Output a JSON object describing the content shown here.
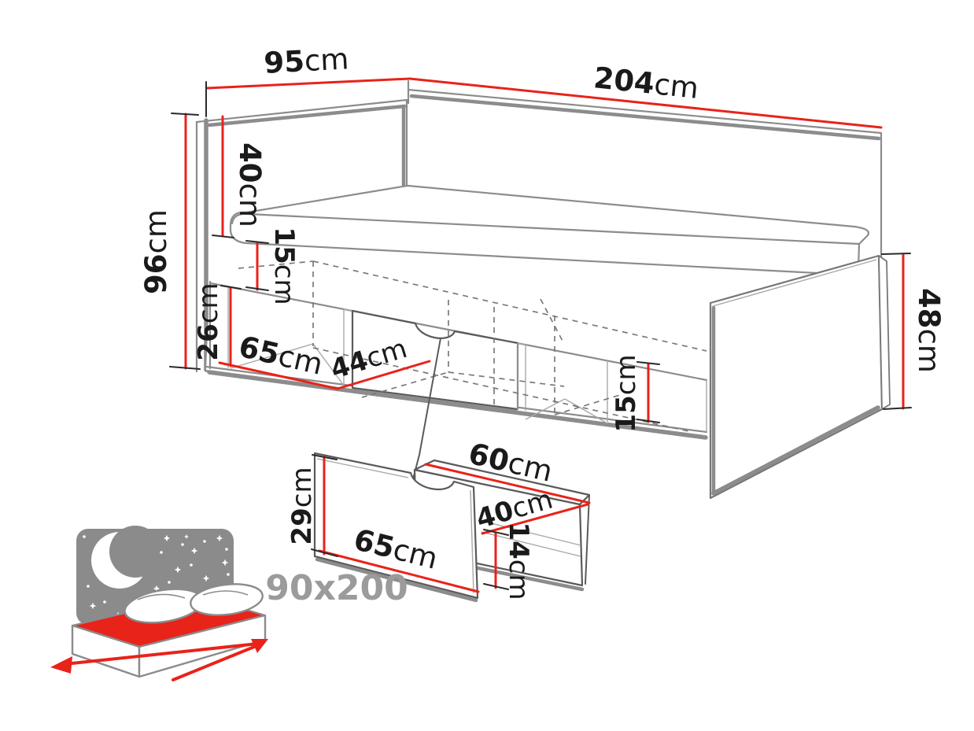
{
  "diagram": {
    "title": "bed-with-storage-dimension-diagram",
    "mattress_size": "90x200",
    "dims": {
      "headboard_width": {
        "v": "95",
        "u": "cm"
      },
      "bed_length": {
        "v": "204",
        "u": "cm"
      },
      "overall_height": {
        "v": "96",
        "u": "cm"
      },
      "headboard_above_mattress": {
        "v": "40",
        "u": "cm"
      },
      "side_rail_height": {
        "v": "15",
        "u": "cm"
      },
      "niche_height": {
        "v": "26",
        "u": "cm"
      },
      "niche_width": {
        "v": "65",
        "u": "cm"
      },
      "niche_depth": {
        "v": "44",
        "u": "cm"
      },
      "footboard_height": {
        "v": "48",
        "u": "cm"
      },
      "base_height": {
        "v": "15",
        "u": "cm"
      },
      "drawer_front_height": {
        "v": "29",
        "u": "cm"
      },
      "drawer_depth": {
        "v": "60",
        "u": "cm"
      },
      "drawer_inner_width": {
        "v": "40",
        "u": "cm"
      },
      "drawer_side_height": {
        "v": "14",
        "u": "cm"
      },
      "drawer_front_width": {
        "v": "65",
        "u": "cm"
      }
    },
    "icons": {
      "night_bed": "night-bed-mattress-icon"
    },
    "colors": {
      "dimension_red": "#e8231a",
      "structure_gray": "#8c8c8c",
      "detail_line": "#5a5a5a",
      "text_black": "#1a1a1a",
      "muted_gray": "#9b9b9b",
      "icon_gray": "#8b8b8b"
    }
  }
}
